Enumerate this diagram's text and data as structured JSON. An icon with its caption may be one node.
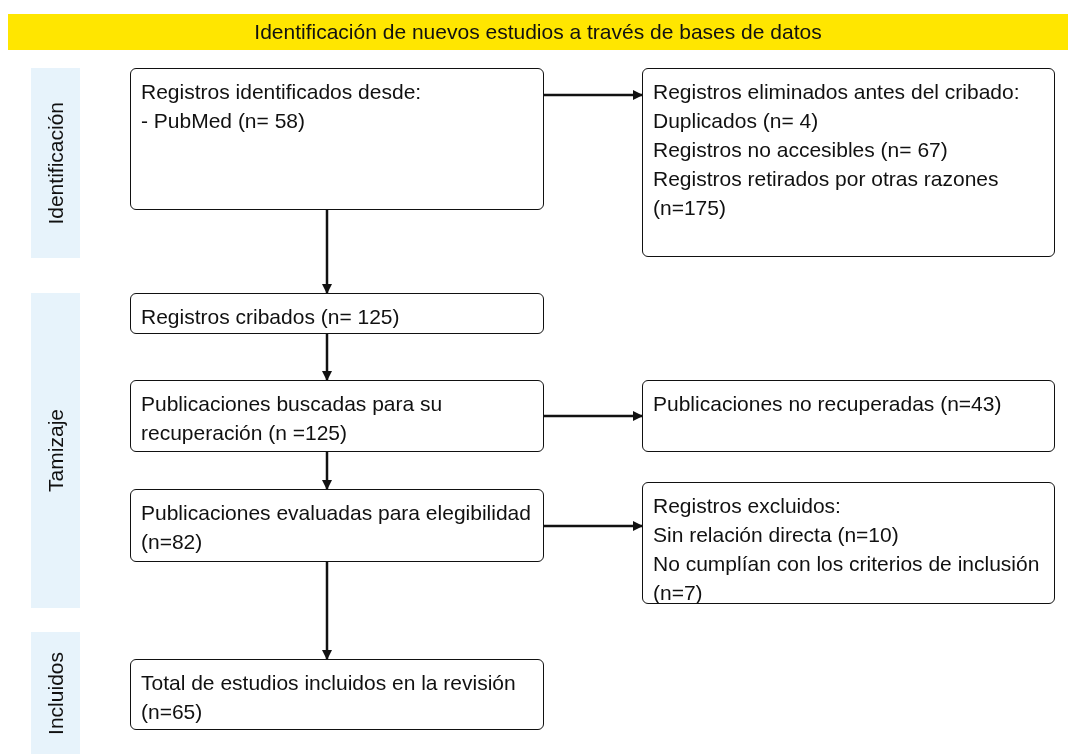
{
  "diagram": {
    "title": "Identificación de nuevos estudios a través de bases de datos",
    "nodes": [
      {
        "text": [
          "Identificación"
        ]
      },
      {
        "text": [
          "Registros identificados desde:",
          "- PubMed (n= 58)"
        ]
      },
      {
        "text": [
          "Registros eliminados antes del cribado:",
          "Duplicados (n= 4)",
          "Registros no accesibles (n= 67)",
          "Registros retirados por otras razones (n=175)"
        ]
      },
      {
        "text": [
          "Tamizaje"
        ]
      },
      {
        "text": [
          "Registros cribados (n= 125)"
        ]
      },
      {
        "text": [
          "Publicaciones buscadas para su recuperación (n =125)"
        ]
      },
      {
        "text": [
          "Publicaciones no recuperadas (n=43)"
        ]
      },
      {
        "text": [
          "Publicaciones evaluadas para elegibilidad (n=82)"
        ]
      },
      {
        "text": [
          "Registros excluidos:",
          "Sin relación directa (n=10)",
          "No cumplían con los criterios de inclusión (n=7)"
        ]
      },
      {
        "text": [
          "Incluidos"
        ]
      },
      {
        "text": [
          "Total de estudios incluidos en la revisión (n=65)"
        ]
      }
    ],
    "edges": [
      {
        "from": 1,
        "to": 2,
        "arrow": "to"
      },
      {
        "from": 1,
        "to": 4,
        "arrow": "to"
      },
      {
        "from": 4,
        "to": 5,
        "arrow": "to"
      },
      {
        "from": 5,
        "to": 6,
        "arrow": "to"
      },
      {
        "from": 5,
        "to": 7,
        "arrow": "to"
      },
      {
        "from": 7,
        "to": 8,
        "arrow": "to"
      },
      {
        "from": 7,
        "to": 10,
        "arrow": "to"
      }
    ]
  }
}
